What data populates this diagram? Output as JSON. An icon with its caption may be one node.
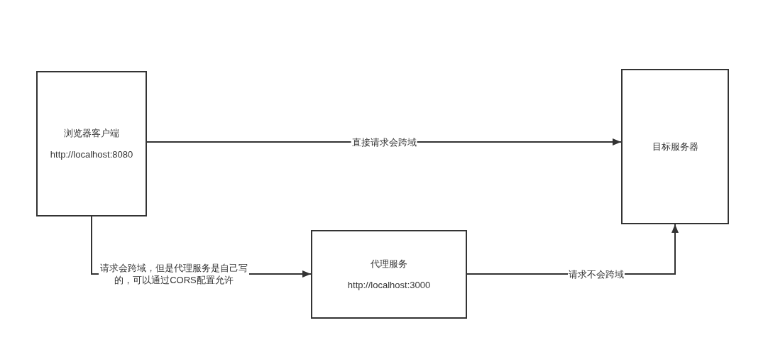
{
  "diagram": {
    "nodes": [
      {
        "text": [
          "浏览器客户端",
          "http://localhost:8080"
        ]
      },
      {
        "text": [
          "目标服务器"
        ]
      },
      {
        "text": [
          "代理服务",
          "http://localhost:3000"
        ]
      }
    ],
    "edges": [
      {
        "from": 0,
        "to": 1,
        "arrow": "to",
        "label": "直接请求会跨域"
      },
      {
        "from": 0,
        "to": 2,
        "arrow": "to",
        "label": "请求会跨域，但是代理服务是自己写的，可以通过CORS配置允许"
      },
      {
        "from": 2,
        "to": 1,
        "arrow": "to",
        "label": "请求不会跨域"
      }
    ]
  }
}
